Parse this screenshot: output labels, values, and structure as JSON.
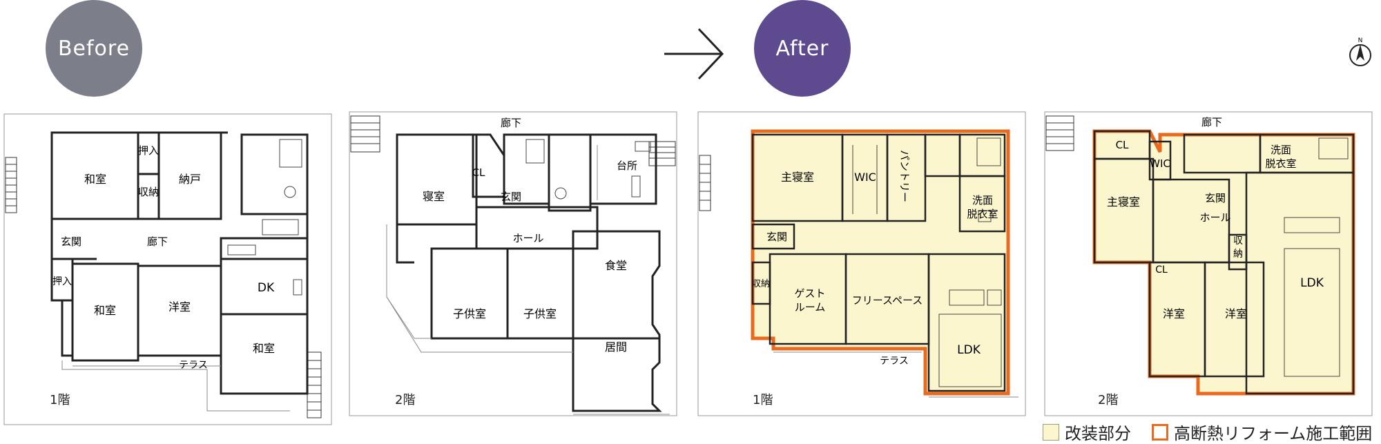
{
  "header": {
    "before_label": "Before",
    "after_label": "After"
  },
  "icons": {
    "arrow": "right-arrow-icon",
    "compass": "north-compass-icon"
  },
  "colors": {
    "before_badge": "#7c7f8a",
    "after_badge": "#5e4a8f",
    "renovated_fill": "#fbf6cd",
    "insulation_outline": "#e86a1e"
  },
  "before_1f": {
    "floor": "1階",
    "rooms": {
      "washitsu_top": "和室",
      "oshiire_top": "押入",
      "shuno": "収納",
      "nando": "納戸",
      "genkan": "玄関",
      "roka": "廊下",
      "oshiire_left": "押入",
      "washitsu_mid": "和室",
      "yoshitsu": "洋室",
      "dk": "DK",
      "washitsu_bottom": "和室",
      "terasu": "テラス"
    }
  },
  "before_2f": {
    "floor": "2階",
    "rooms": {
      "roka": "廊下",
      "shinshitsu": "寝室",
      "cl": "CL",
      "genkan": "玄関",
      "daidokoro": "台所",
      "hall": "ホール",
      "shokudo": "食堂",
      "kodomo1": "子供室",
      "kodomo2": "子供室",
      "ima": "居間"
    }
  },
  "after_1f": {
    "floor": "1階",
    "rooms": {
      "master": "主寝室",
      "wic": "WIC",
      "pantry": "パントリー",
      "senmen": "洗面",
      "datsui": "脱衣室",
      "genkan": "玄関",
      "shuno": "収納",
      "guest1": "ゲスト",
      "guest2": "ルーム",
      "free": "フリースペース",
      "ldk": "LDK",
      "terasu": "テラス"
    }
  },
  "after_2f": {
    "floor": "2階",
    "rooms": {
      "roka": "廊下",
      "cl_top": "CL",
      "wic": "WIC",
      "senmen": "洗面",
      "datsui": "脱衣室",
      "master": "主寝室",
      "genkan": "玄関",
      "hall": "ホール",
      "shuno1": "収",
      "shuno2": "納",
      "cl_mid": "CL",
      "ldk": "LDK",
      "yoshitsu1": "洋室",
      "yoshitsu2": "洋室"
    }
  },
  "legend": {
    "renovated": "改装部分",
    "insulation": "高断熱リフォーム施工範囲"
  }
}
